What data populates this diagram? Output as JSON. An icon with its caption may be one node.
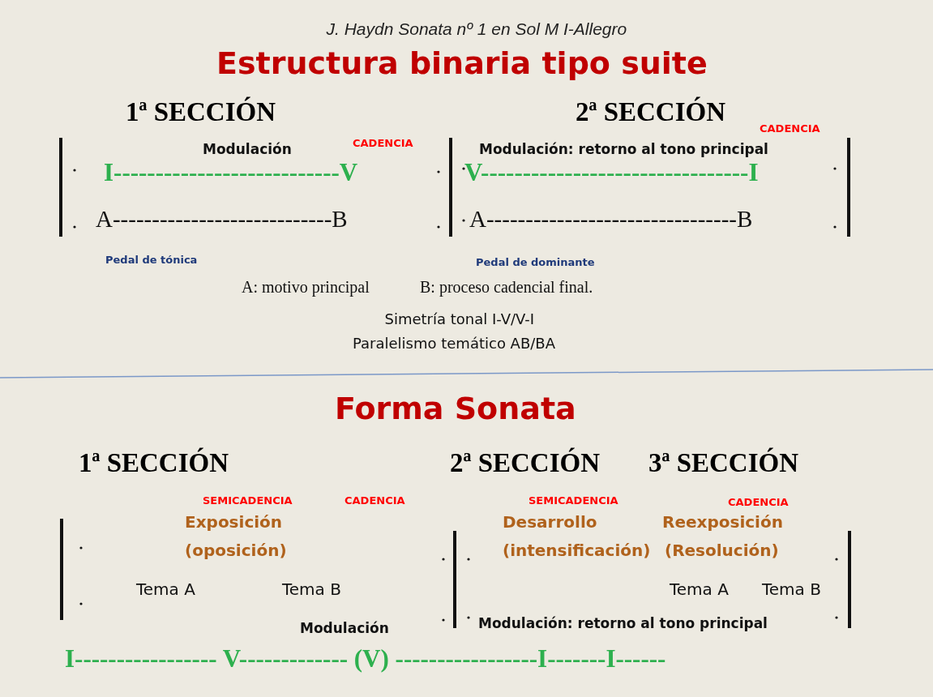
{
  "diagram": {
    "labels": [
      "J. Haydn Sonata nº 1 en Sol M I-Allegro",
      "Estructura binaria tipo suite",
      "1ª SECCIÓN",
      "2ª SECCIÓN",
      "CADENCIA",
      "Modulación",
      "CADENCIA",
      "Modulación: retorno al tono principal",
      "I---------------------------V",
      "V--------------------------------I",
      "A----------------------------B",
      "A--------------------------------B",
      "Pedal de tónica",
      "Pedal de dominante",
      "A: motivo principal",
      "B: proceso cadencial final.",
      "Simetría tonal I-V/V-I",
      "Paralelismo temático AB/BA",
      "Forma Sonata",
      "1ª SECCIÓN",
      "2ª SECCIÓN",
      "3ª SECCIÓN",
      "SEMICADENCIA",
      "CADENCIA",
      "SEMICADENCIA",
      "CADENCIA",
      "Exposición",
      "Desarrollo",
      "Reexposición",
      "(oposición)",
      "(intensificación)",
      "(Resolución)",
      "Tema A",
      "Tema B",
      "Tema A",
      "Tema B",
      "Modulación",
      "Modulación: retorno al tono principal",
      "I----------------- V------------- (V) -----------------I-------I------"
    ]
  }
}
